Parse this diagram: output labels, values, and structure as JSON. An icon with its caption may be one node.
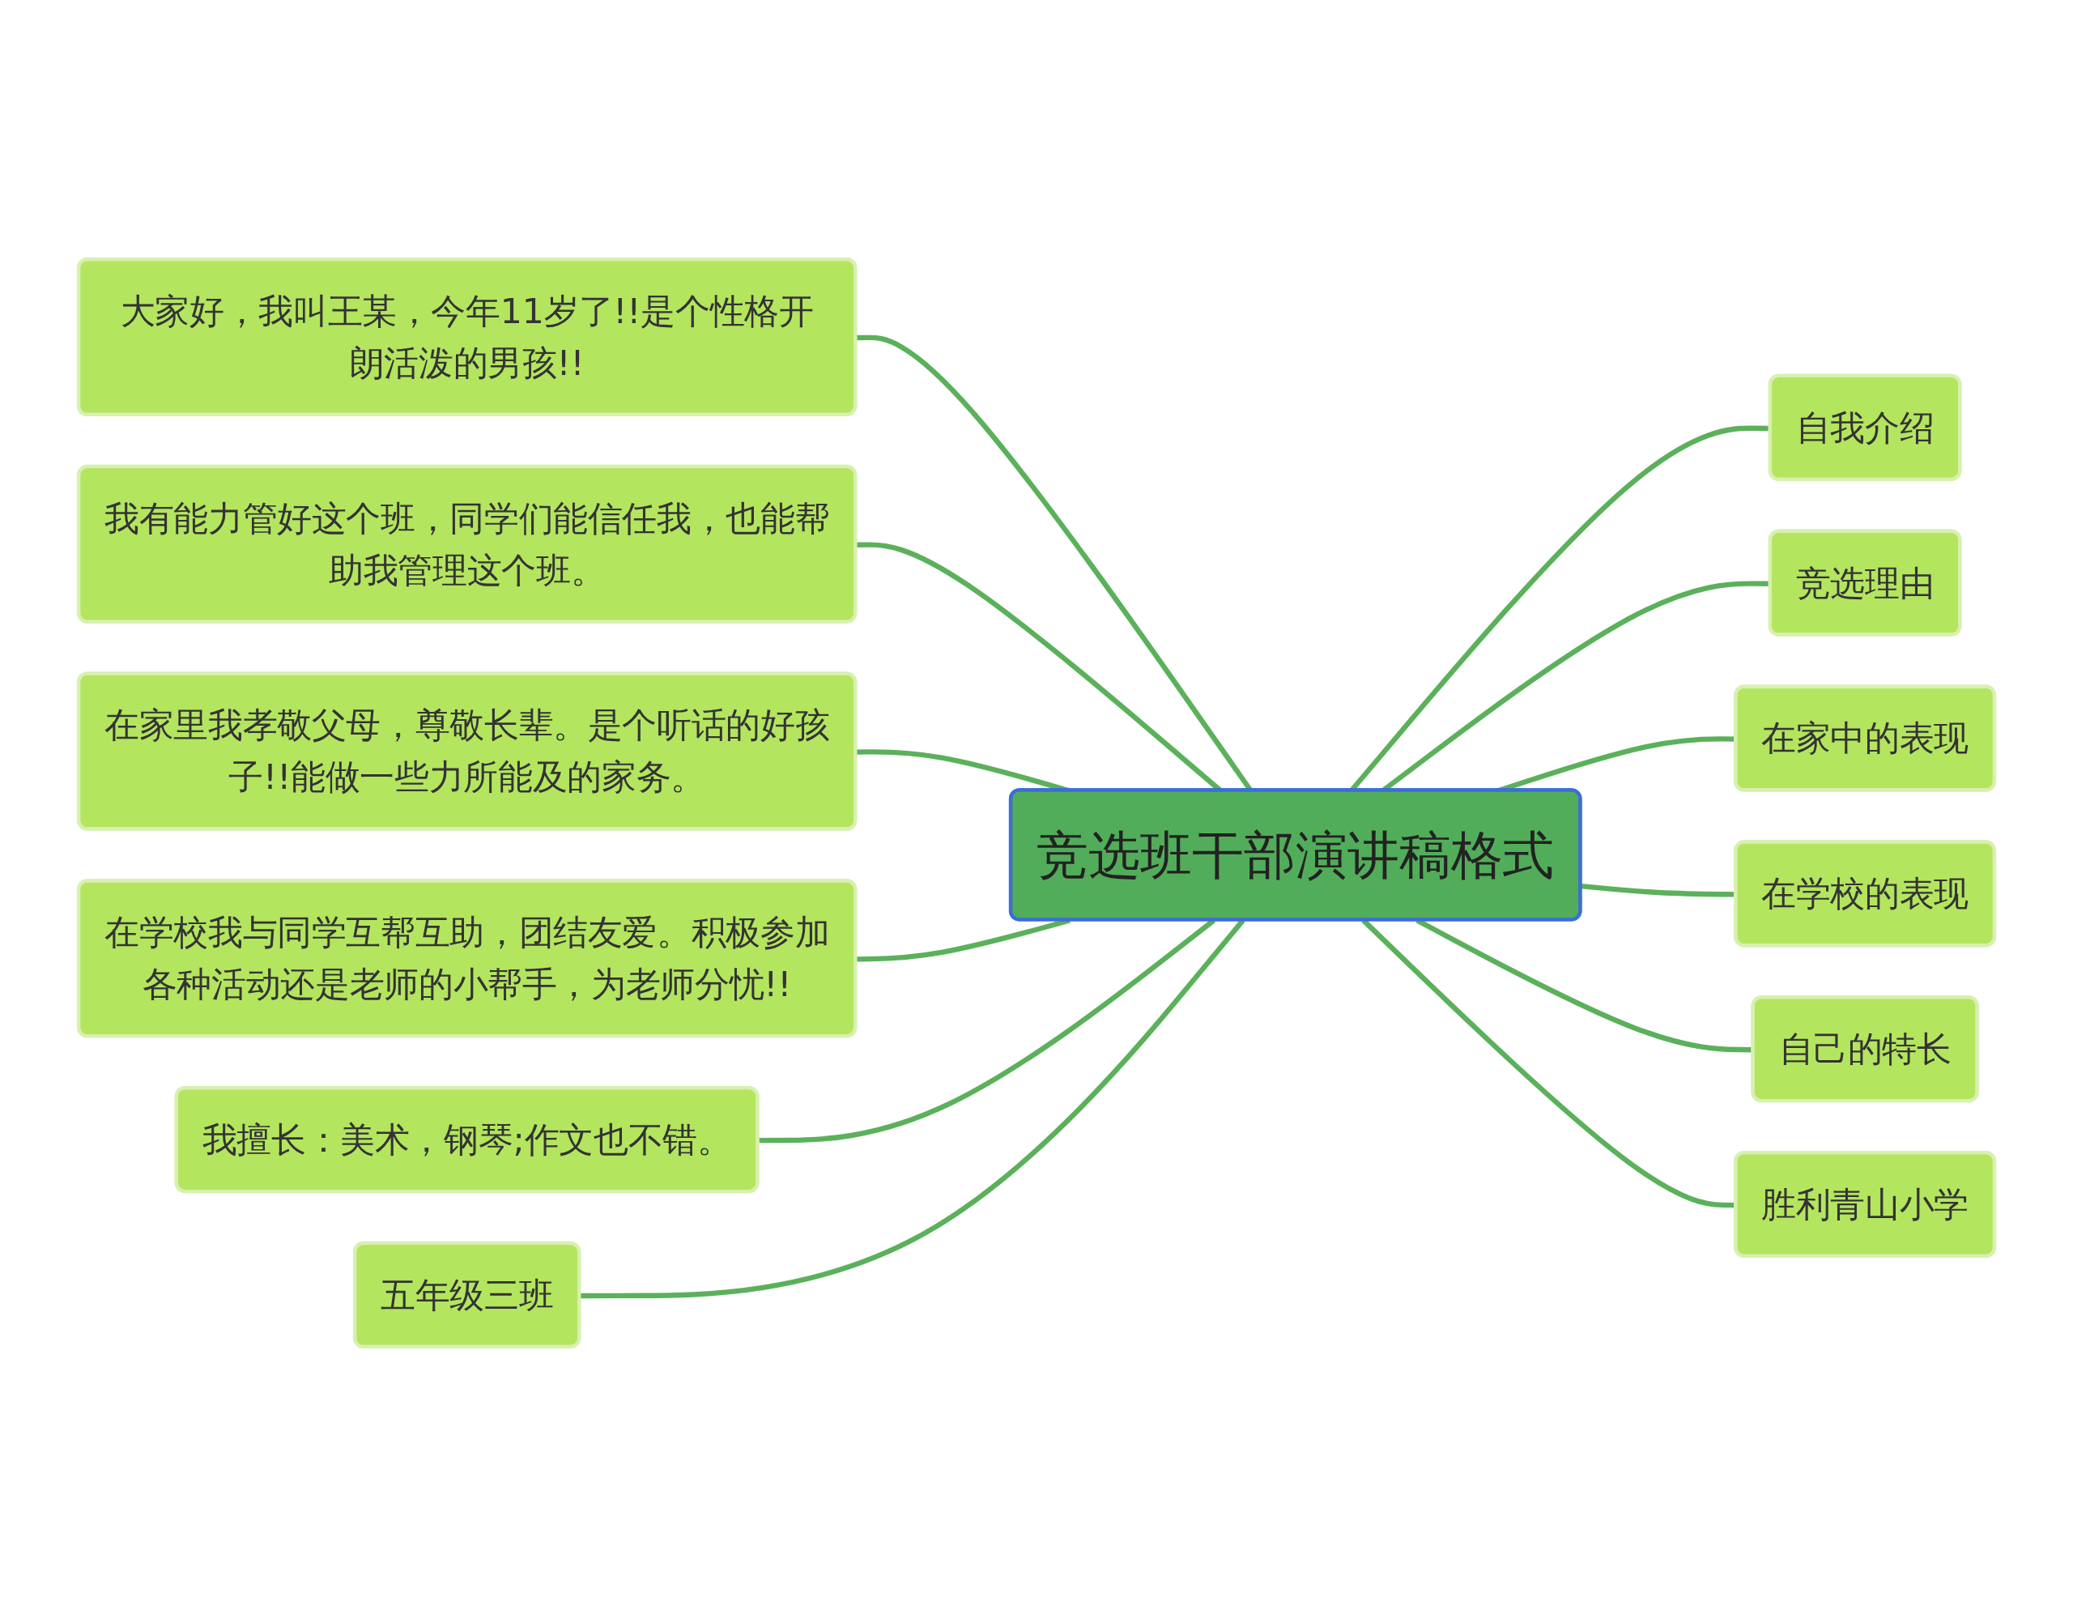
{
  "diagram": {
    "nodes": [
      {
        "text": [
          "竞选班干部演讲稿格式"
        ]
      },
      {
        "text": [
          "大家好，我叫王某，今年11岁了!!是个性格开朗活泼的男孩!!"
        ]
      },
      {
        "text": [
          "我有能力管好这个班，同学们能信任我，也能帮助我管理这个班。"
        ]
      },
      {
        "text": [
          "在家里我孝敬父母，尊敬长辈。是个听话的好孩子!!能做一些力所能及的家务。"
        ]
      },
      {
        "text": [
          "在学校我与同学互帮互助，团结友爱。积极参加各种活动还是老师的小帮手，为老师分忧!!"
        ]
      },
      {
        "text": [
          "我擅长：美术，钢琴;作文也不错。"
        ]
      },
      {
        "text": [
          "五年级三班"
        ]
      },
      {
        "text": [
          "自我介绍"
        ]
      },
      {
        "text": [
          "竞选理由"
        ]
      },
      {
        "text": [
          "在家中的表现"
        ]
      },
      {
        "text": [
          "在学校的表现"
        ]
      },
      {
        "text": [
          "自己的特长"
        ]
      },
      {
        "text": [
          "胜利青山小学"
        ]
      }
    ],
    "edges": [
      {
        "from": 0,
        "to": 1,
        "arrow": "none"
      },
      {
        "from": 0,
        "to": 2,
        "arrow": "none"
      },
      {
        "from": 0,
        "to": 3,
        "arrow": "none"
      },
      {
        "from": 0,
        "to": 4,
        "arrow": "none"
      },
      {
        "from": 0,
        "to": 5,
        "arrow": "none"
      },
      {
        "from": 0,
        "to": 6,
        "arrow": "none"
      },
      {
        "from": 0,
        "to": 7,
        "arrow": "none"
      },
      {
        "from": 0,
        "to": 8,
        "arrow": "none"
      },
      {
        "from": 0,
        "to": 9,
        "arrow": "none"
      },
      {
        "from": 0,
        "to": 10,
        "arrow": "none"
      },
      {
        "from": 0,
        "to": 11,
        "arrow": "none"
      },
      {
        "from": 0,
        "to": 12,
        "arrow": "none"
      }
    ]
  }
}
